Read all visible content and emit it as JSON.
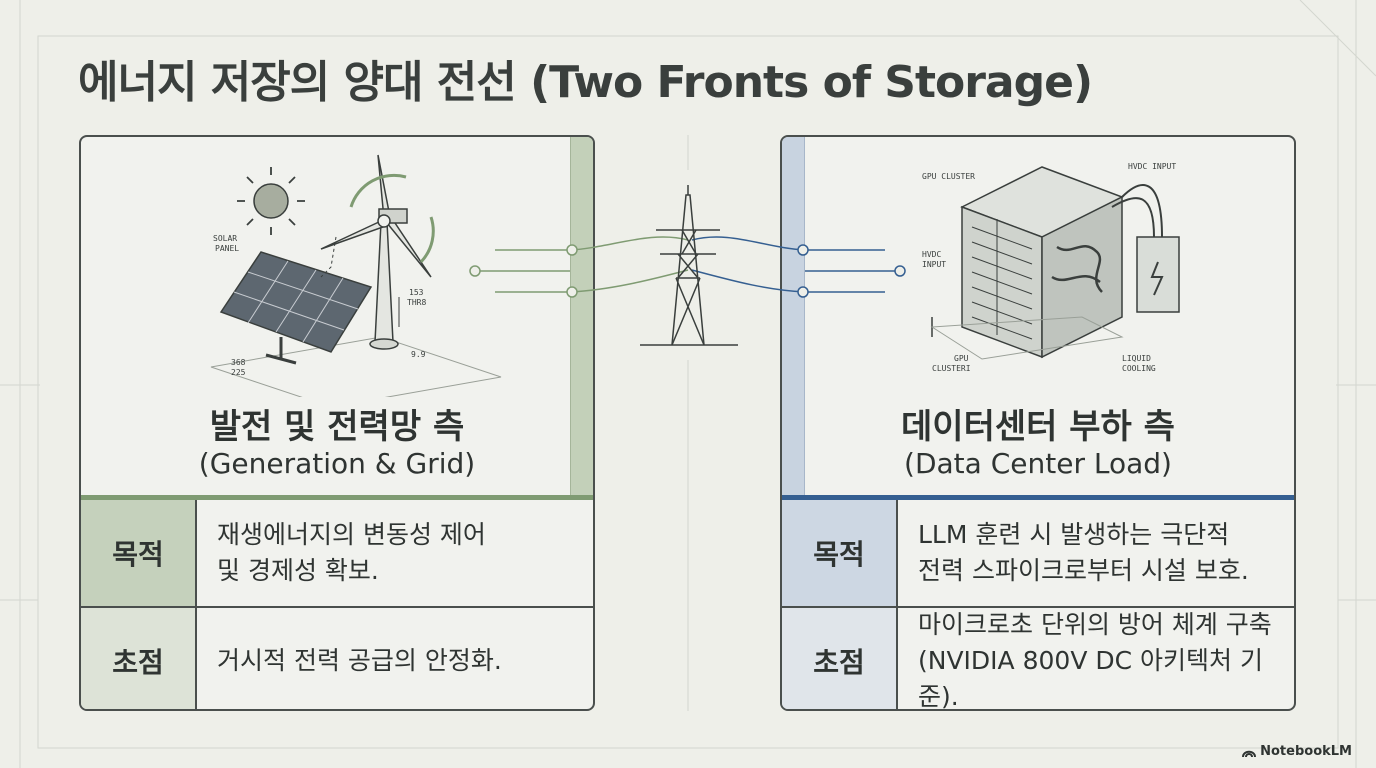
{
  "title": "에너지 저장의 양대 전선 (Two Fronts of Storage)",
  "left_panel": {
    "title": "발전 및 전력망 측",
    "subtitle": "(Generation & Grid)",
    "illustration_labels": [
      "SOLAR",
      "PANEL",
      "153",
      "THR8",
      "368",
      "225",
      "9.9"
    ],
    "rows": [
      {
        "label": "목적",
        "text": "재생에너지의 변동성 제어\n및 경제성 확보."
      },
      {
        "label": "초점",
        "text": "거시적 전력 공급의 안정화."
      }
    ]
  },
  "right_panel": {
    "title": "데이터센터 부하 측",
    "subtitle": "(Data Center Load)",
    "illustration_labels": [
      "GPU CLUSTER",
      "HVDC INPUT",
      "HVDC",
      "INPUT",
      "GPU",
      "CLUSTERI",
      "LIQUID",
      "COOLING"
    ],
    "rows": [
      {
        "label": "목적",
        "text": "LLM 훈련 시 발생하는 극단적\n전력 스파이크로부터 시설 보호."
      },
      {
        "label": "초점",
        "text": "마이크로초 단위의 방어 체계 구축\n(NVIDIA 800V DC 아키텍처 기준)."
      }
    ]
  },
  "brand": "NotebookLM",
  "colors": {
    "background": "#eeefe9",
    "grid_accent": "#7f9b72",
    "grid_strip": "#c3d0b9",
    "datacenter_accent": "#355f91",
    "datacenter_strip": "#c8d3e0"
  }
}
